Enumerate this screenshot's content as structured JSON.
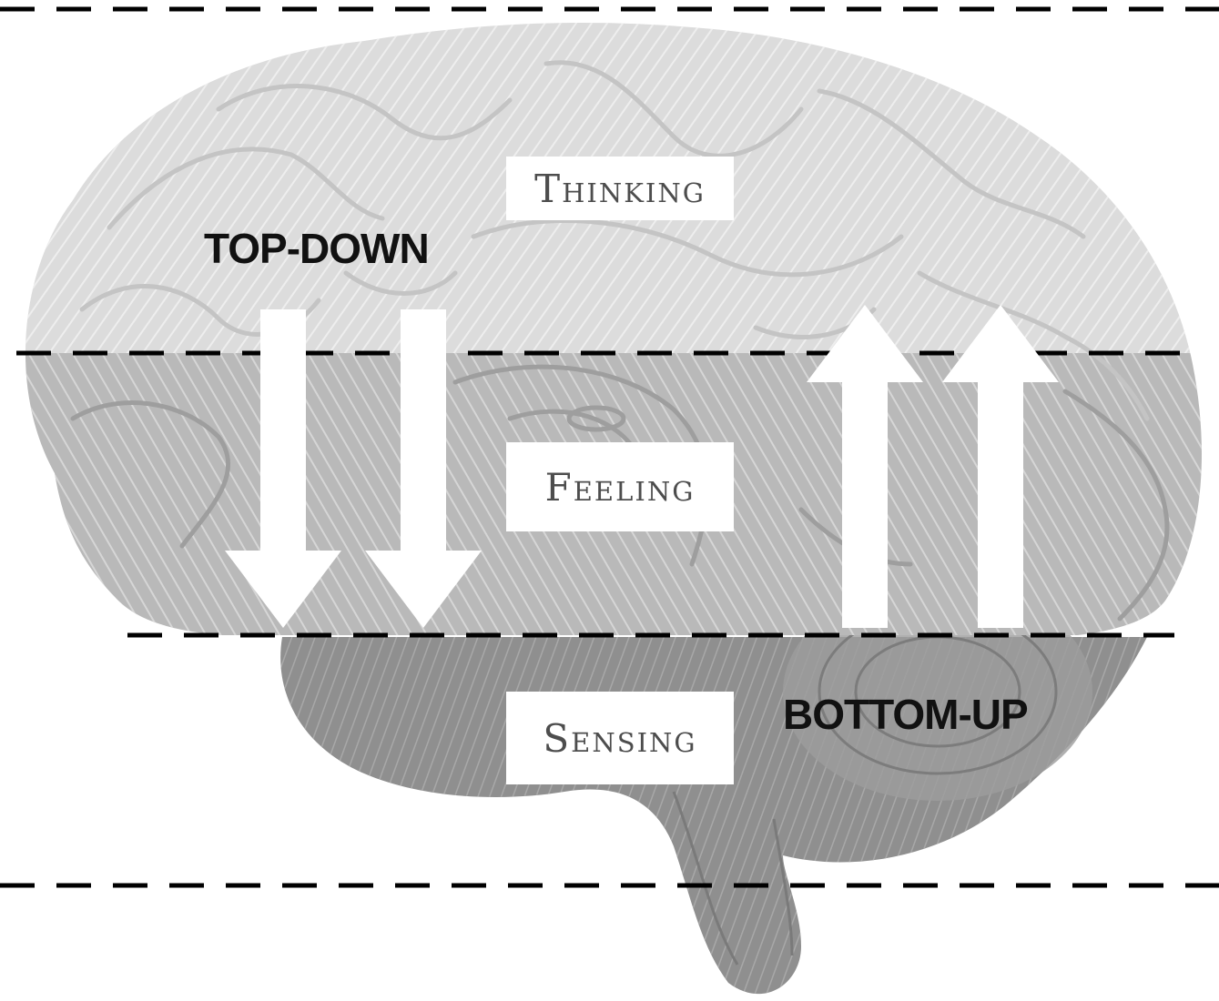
{
  "levels": {
    "thinking": "Thinking",
    "feeling": "Feeling",
    "sensing": "Sensing"
  },
  "directions": {
    "top_down": "TOP-DOWN",
    "bottom_up": "BOTTOM-UP"
  },
  "colors": {
    "thinking_zone": "#dcdcdc",
    "feeling_zone": "#b9b9b9",
    "sensing_zone": "#8f8f8f",
    "dash_line": "#000000",
    "arrow": "#ffffff",
    "label_text": "#4d4d4d",
    "flow_text": "#111111"
  },
  "icons": {
    "down_arrow": "arrow-down-icon",
    "up_arrow": "arrow-up-icon"
  }
}
